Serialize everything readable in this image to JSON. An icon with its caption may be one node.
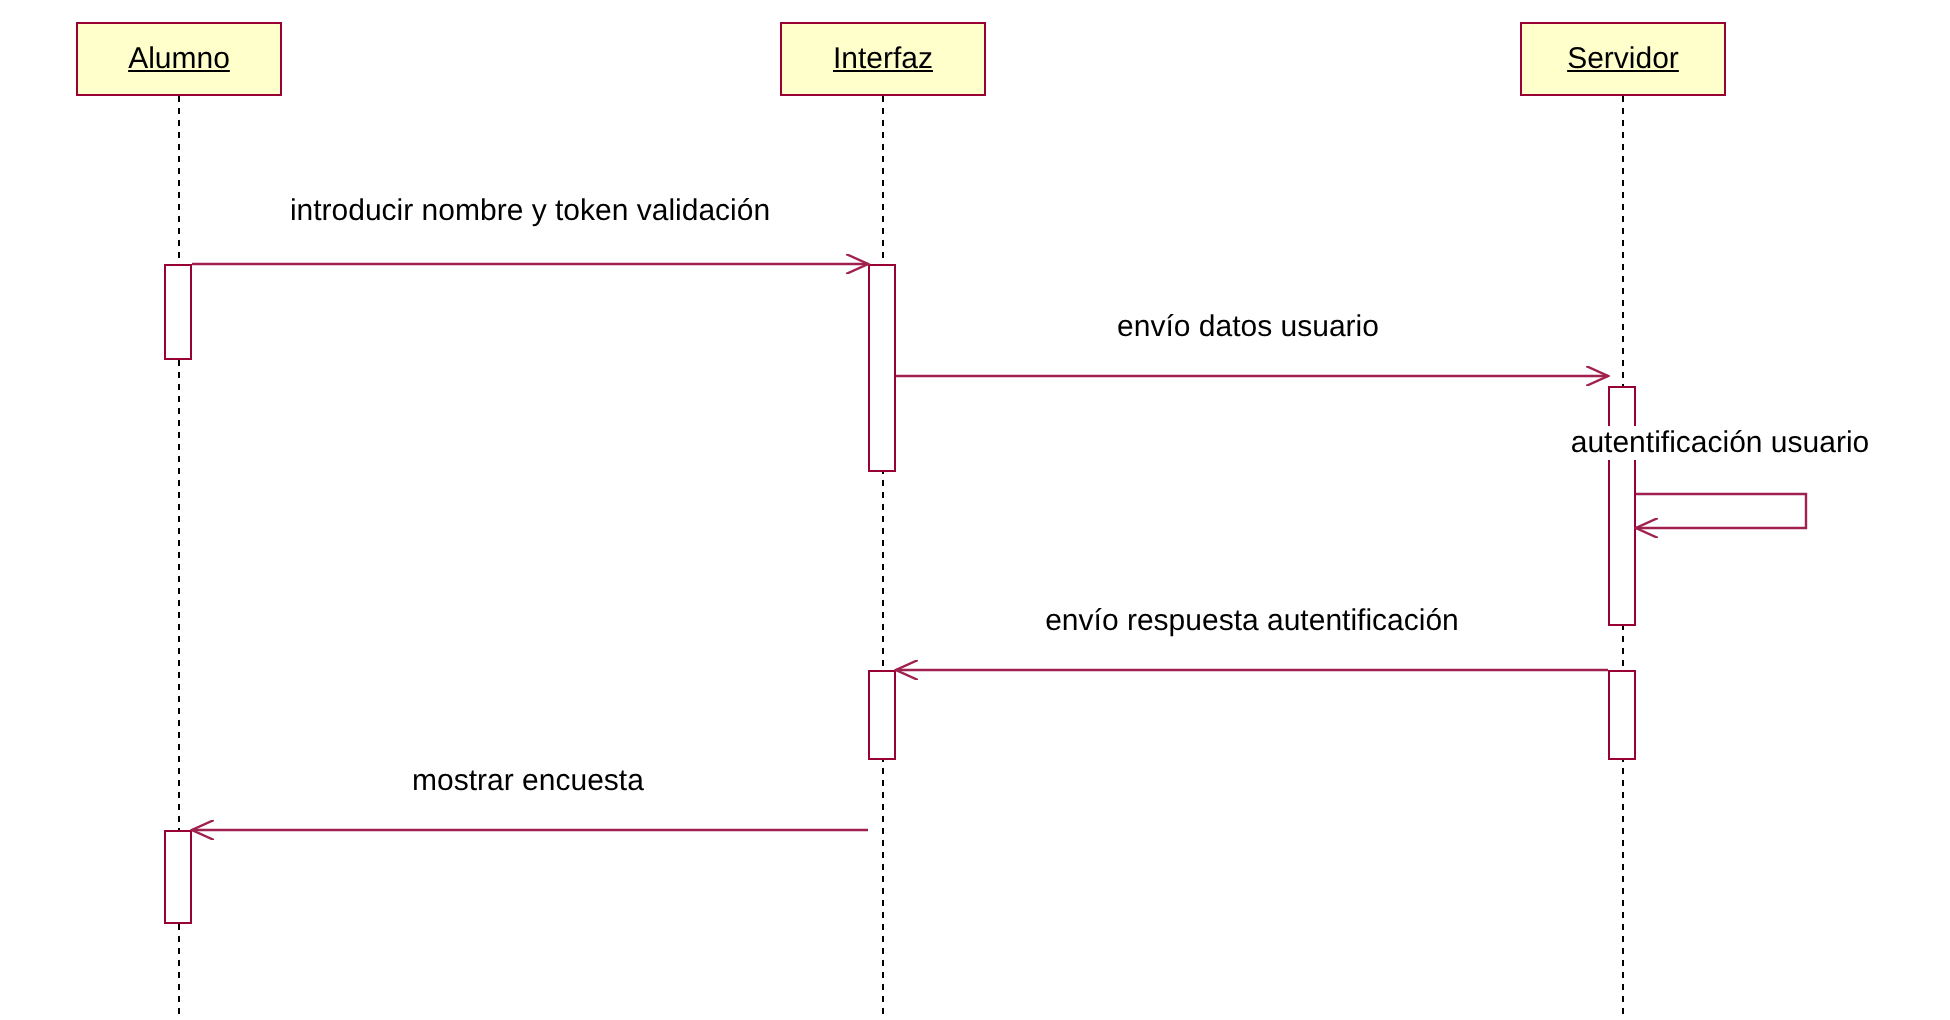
{
  "diagram": {
    "nodes": [
      {
        "text": [
          "Alumno"
        ]
      },
      {
        "text": [
          "Interfaz"
        ]
      },
      {
        "text": [
          "Servidor"
        ]
      },
      {
        "text": [],
        "shape": "bar"
      },
      {
        "text": [],
        "shape": "bar"
      },
      {
        "text": [],
        "shape": "bar"
      },
      {
        "text": [],
        "shape": "bar"
      },
      {
        "text": [],
        "shape": "bar"
      },
      {
        "text": [],
        "shape": "bar"
      }
    ],
    "edges": [
      {
        "from": 3,
        "to": 4,
        "arrow": "to",
        "label": "introducir nombre y token validación"
      },
      {
        "from": 4,
        "to": 5,
        "arrow": "to",
        "label": "envío datos usuario"
      },
      {
        "from": 5,
        "to": 5,
        "arrow": "to",
        "label": "autentificación usuario"
      },
      {
        "from": 6,
        "to": 7,
        "arrow": "to",
        "label": "envío respuesta autentificación"
      },
      {
        "from": 7,
        "to": 8,
        "arrow": "to",
        "label": "mostrar encuesta"
      }
    ]
  }
}
